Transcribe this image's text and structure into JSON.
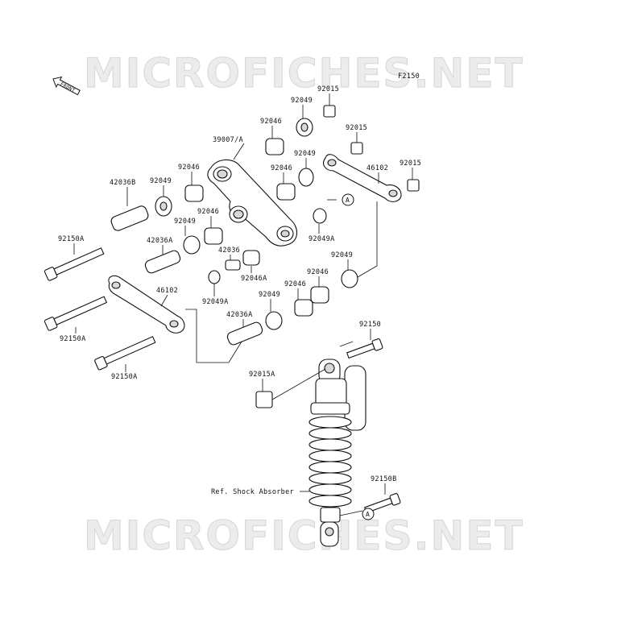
{
  "watermark": {
    "text": "MICROFICHES.NET"
  },
  "diagram_code": "F2150",
  "front_label": "FRONT",
  "ref_marker": "A",
  "shock_label": "Ref. Shock Absorber",
  "part_labels": [
    {
      "id": "l1",
      "text": "92015"
    },
    {
      "id": "l2",
      "text": "92049"
    },
    {
      "id": "l3",
      "text": "92046"
    },
    {
      "id": "l4",
      "text": "39007/A"
    },
    {
      "id": "l5",
      "text": "92015"
    },
    {
      "id": "l6",
      "text": "92049"
    },
    {
      "id": "l7",
      "text": "92015"
    },
    {
      "id": "l8",
      "text": "46102"
    },
    {
      "id": "l9",
      "text": "92046"
    },
    {
      "id": "l10",
      "text": "92046"
    },
    {
      "id": "l11",
      "text": "92049"
    },
    {
      "id": "l12",
      "text": "42036B"
    },
    {
      "id": "l13",
      "text": "92049"
    },
    {
      "id": "l14",
      "text": "92046"
    },
    {
      "id": "l15",
      "text": "92150A"
    },
    {
      "id": "l16",
      "text": "42036A"
    },
    {
      "id": "l17",
      "text": "42036"
    },
    {
      "id": "l18",
      "text": "92049A"
    },
    {
      "id": "l19",
      "text": "92046A"
    },
    {
      "id": "l20",
      "text": "92049"
    },
    {
      "id": "l21",
      "text": "92046"
    },
    {
      "id": "l22",
      "text": "92046"
    },
    {
      "id": "l23",
      "text": "46102"
    },
    {
      "id": "l24",
      "text": "92049A"
    },
    {
      "id": "l25",
      "text": "92049"
    },
    {
      "id": "l26",
      "text": "42036A"
    },
    {
      "id": "l27",
      "text": "92150A"
    },
    {
      "id": "l28",
      "text": "92150"
    },
    {
      "id": "l29",
      "text": "92150A"
    },
    {
      "id": "l30",
      "text": "92015A"
    },
    {
      "id": "l31",
      "text": "92150B"
    }
  ]
}
